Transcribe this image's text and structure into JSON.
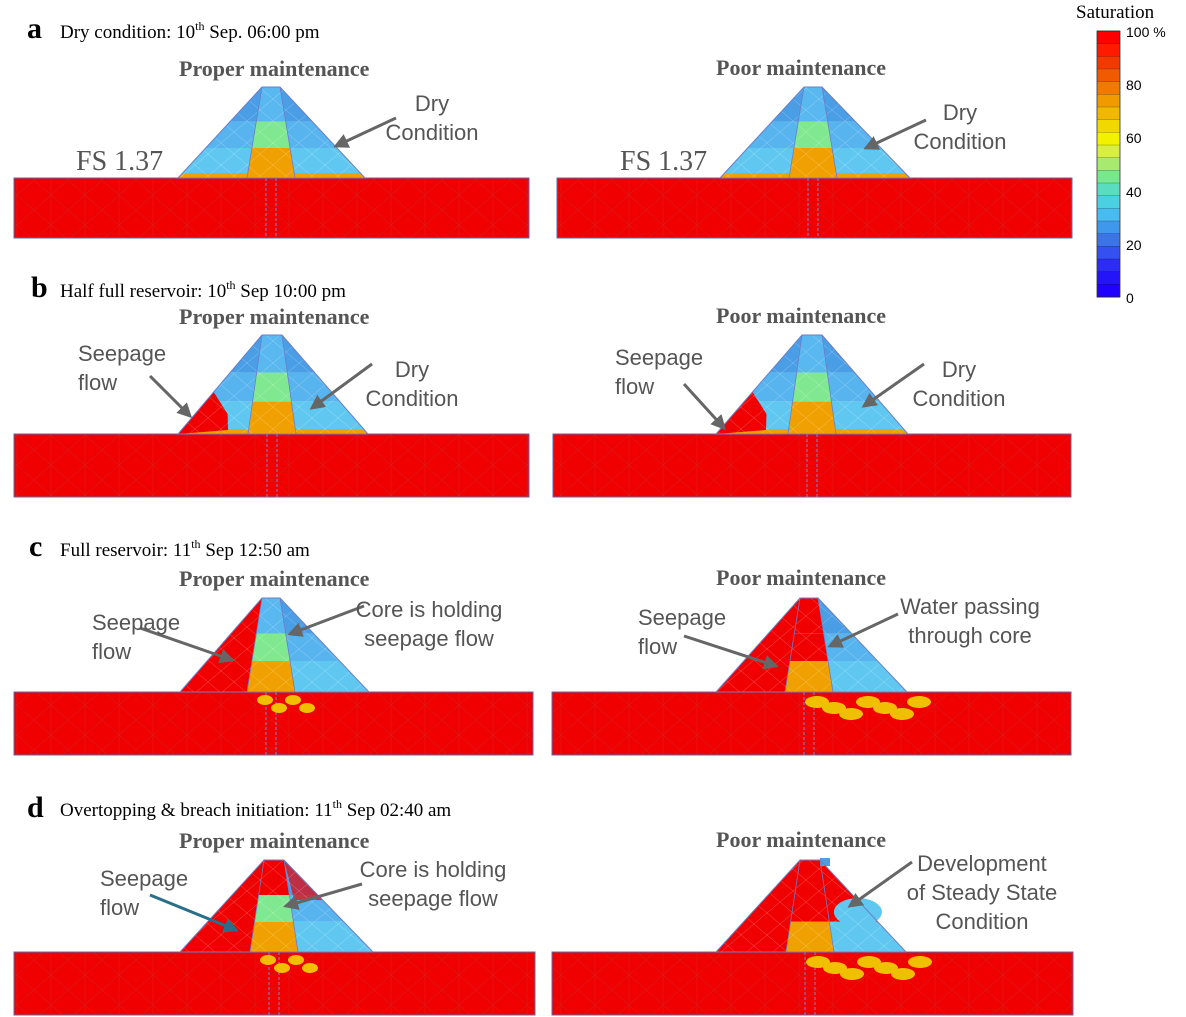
{
  "legend": {
    "title": "Saturation",
    "ticks": [
      "100",
      "80",
      "60",
      "40",
      "20",
      "0"
    ],
    "unit": "%",
    "colors": [
      "#ff0000",
      "#ff1a00",
      "#f23a00",
      "#f25a00",
      "#f07a00",
      "#f09a00",
      "#f0b800",
      "#f0d800",
      "#f2f200",
      "#d8ee40",
      "#a8ea70",
      "#78e890",
      "#5adcc0",
      "#4ad0e0",
      "#48bcf0",
      "#4098ec",
      "#3c74e8",
      "#3450f0",
      "#2c2cf4",
      "#2414f8",
      "#2000ff"
    ]
  },
  "colors": {
    "foundation": "#f00000",
    "saturated": "#f00000",
    "core_low": "#f0a000",
    "core_mid": "#80e890",
    "core_top": "#5ab8f0",
    "shell": "#60c8f0",
    "shell_top": "#4a9ee6",
    "arrow_gray": "#666666",
    "arrow_teal": "#2a6e8a"
  },
  "panels": [
    {
      "letter": "a",
      "title_pre": "Dry condition:  10",
      "title_sup": "th",
      "title_post": " Sep. 06:00 pm",
      "left": {
        "subtitle": "Proper maintenance",
        "fs": "FS 1.37",
        "annotation_lines": [
          "Dry",
          "Condition"
        ]
      },
      "right": {
        "subtitle": "Poor maintenance",
        "fs": "FS 1.37",
        "annotation_lines": [
          "Dry",
          "Condition"
        ]
      }
    },
    {
      "letter": "b",
      "title_pre": "Half full reservoir: 10",
      "title_sup": "th",
      "title_post": " Sep 10:00 pm",
      "left": {
        "subtitle": "Proper maintenance",
        "seepage_lines": [
          "Seepage",
          "flow"
        ],
        "annotation_lines": [
          "Dry",
          "Condition"
        ]
      },
      "right": {
        "subtitle": "Poor maintenance",
        "seepage_lines": [
          "Seepage",
          "flow"
        ],
        "annotation_lines": [
          "Dry",
          "Condition"
        ]
      }
    },
    {
      "letter": "c",
      "title_pre": "Full reservoir: 11",
      "title_sup": "th",
      "title_post": " Sep 12:50 am",
      "left": {
        "subtitle": "Proper maintenance",
        "seepage_lines": [
          "Seepage",
          "flow"
        ],
        "annotation_lines": [
          "Core is holding",
          "seepage flow"
        ]
      },
      "right": {
        "subtitle": "Poor maintenance",
        "seepage_lines": [
          "Seepage",
          "flow"
        ],
        "annotation_lines": [
          "Water passing",
          "through core"
        ]
      }
    },
    {
      "letter": "d",
      "title_pre": "Overtopping & breach initiation: 11",
      "title_sup": "th",
      "title_post": " Sep 02:40 am",
      "left": {
        "subtitle": "Proper maintenance",
        "seepage_lines": [
          "Seepage",
          "flow"
        ],
        "annotation_lines": [
          "Core is holding",
          "seepage flow"
        ]
      },
      "right": {
        "subtitle": "Poor maintenance",
        "annotation_lines": [
          "Development",
          "of Steady State",
          "Condition"
        ]
      }
    }
  ]
}
